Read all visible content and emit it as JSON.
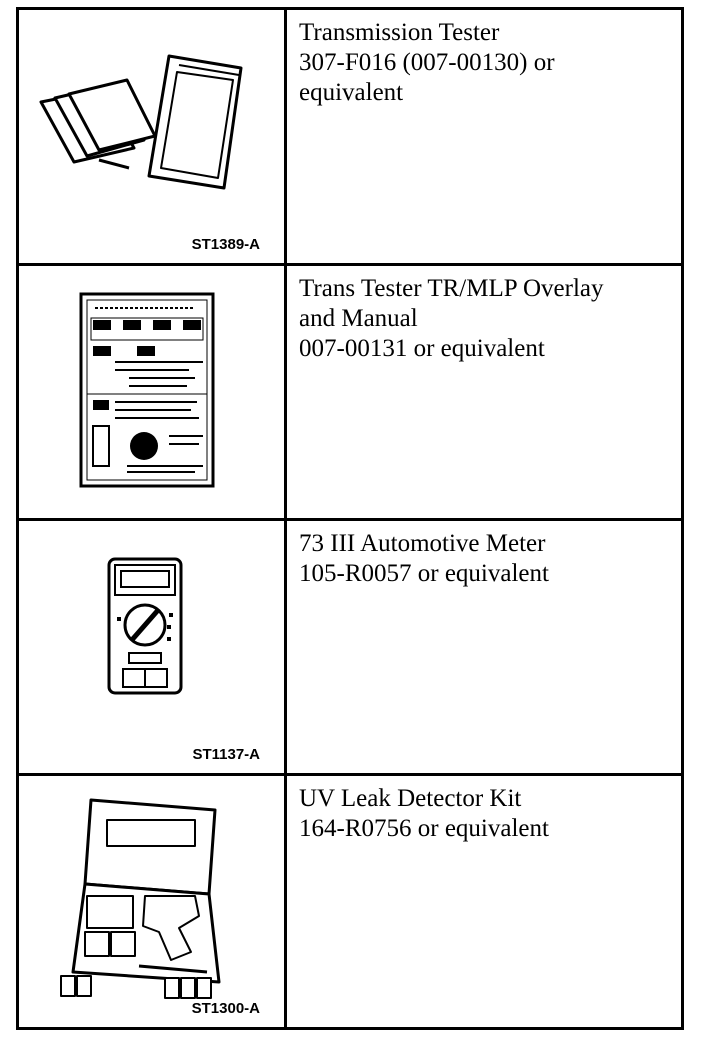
{
  "tools": [
    {
      "figure_code": "ST1389-A",
      "lines": [
        "Transmission Tester",
        "307-F016 (007-00130) or",
        "equivalent"
      ],
      "icon": "transmission-tester-icon"
    },
    {
      "figure_code": "",
      "lines": [
        "Trans Tester TR/MLP Overlay",
        "and Manual",
        "007-00131 or equivalent"
      ],
      "icon": "overlay-manual-icon"
    },
    {
      "figure_code": "ST1137-A",
      "lines": [
        "73 III Automotive Meter",
        "105-R0057 or equivalent"
      ],
      "icon": "multimeter-icon"
    },
    {
      "figure_code": "ST1300-A",
      "lines": [
        "UV Leak Detector Kit",
        "164-R0756 or equivalent"
      ],
      "icon": "uv-leak-detector-kit-icon"
    }
  ]
}
